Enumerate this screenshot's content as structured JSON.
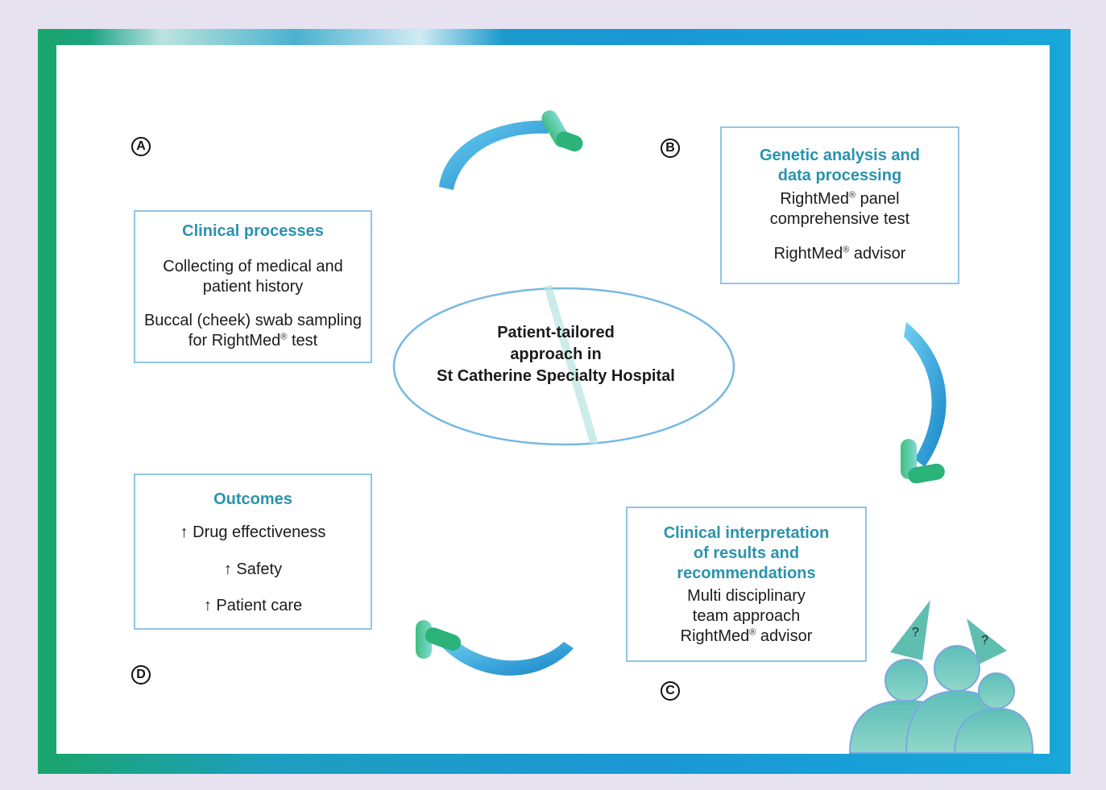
{
  "labels": {
    "a": "A",
    "b": "B",
    "c": "C",
    "d": "D"
  },
  "center": {
    "line1": "Patient-tailored",
    "line2": "approach in",
    "line3": "St Catherine Specialty Hospital"
  },
  "clinical": {
    "title": "Clinical processes",
    "line1": "Collecting of medical and",
    "line2": "patient history",
    "line3": "Buccal (cheek) swab sampling",
    "line4_prefix": "for RightMed",
    "line4_reg": "®",
    "line4_suffix": " test"
  },
  "genetic": {
    "title1": "Genetic analysis and",
    "title2": "data processing",
    "line1_prefix": "RightMed",
    "line1_reg": "®",
    "line1_suffix": " panel",
    "line2": "comprehensive test",
    "line3_prefix": "RightMed",
    "line3_reg": "®",
    "line3_suffix": " advisor"
  },
  "interpretation": {
    "title1": "Clinical interpretation",
    "title2": "of results and",
    "title3": "recommendations",
    "line1": "Multi disciplinary",
    "line2": "team approach",
    "line3_prefix": "RightMed",
    "line3_reg": "®",
    "line3_suffix": " advisor"
  },
  "outcomes": {
    "title": "Outcomes",
    "item1": "↑ Drug effectiveness",
    "item2": "↑ Safety",
    "item3": "↑ Patient care"
  },
  "people": {
    "q1": "?",
    "q2": "?"
  },
  "colors": {
    "accent": "#2a93ad",
    "arrow": "#1ea0d8",
    "frame": "#1a98d6",
    "box_border": "#8fc6e6"
  }
}
